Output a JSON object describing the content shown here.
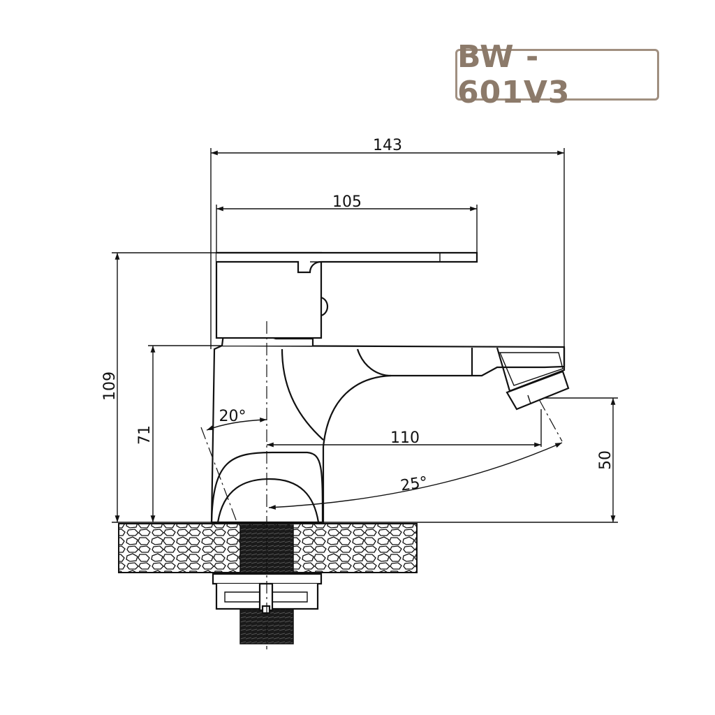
{
  "model": {
    "code": "BW - 601V3",
    "color": "#8c7a6a"
  },
  "dimensions": {
    "overall_width": "143",
    "lever_length": "105",
    "total_height": "109",
    "spout_height": "71",
    "outlet_height": "50",
    "spout_reach": "110",
    "lever_angle": "20°",
    "swivel_angle": "25°"
  }
}
